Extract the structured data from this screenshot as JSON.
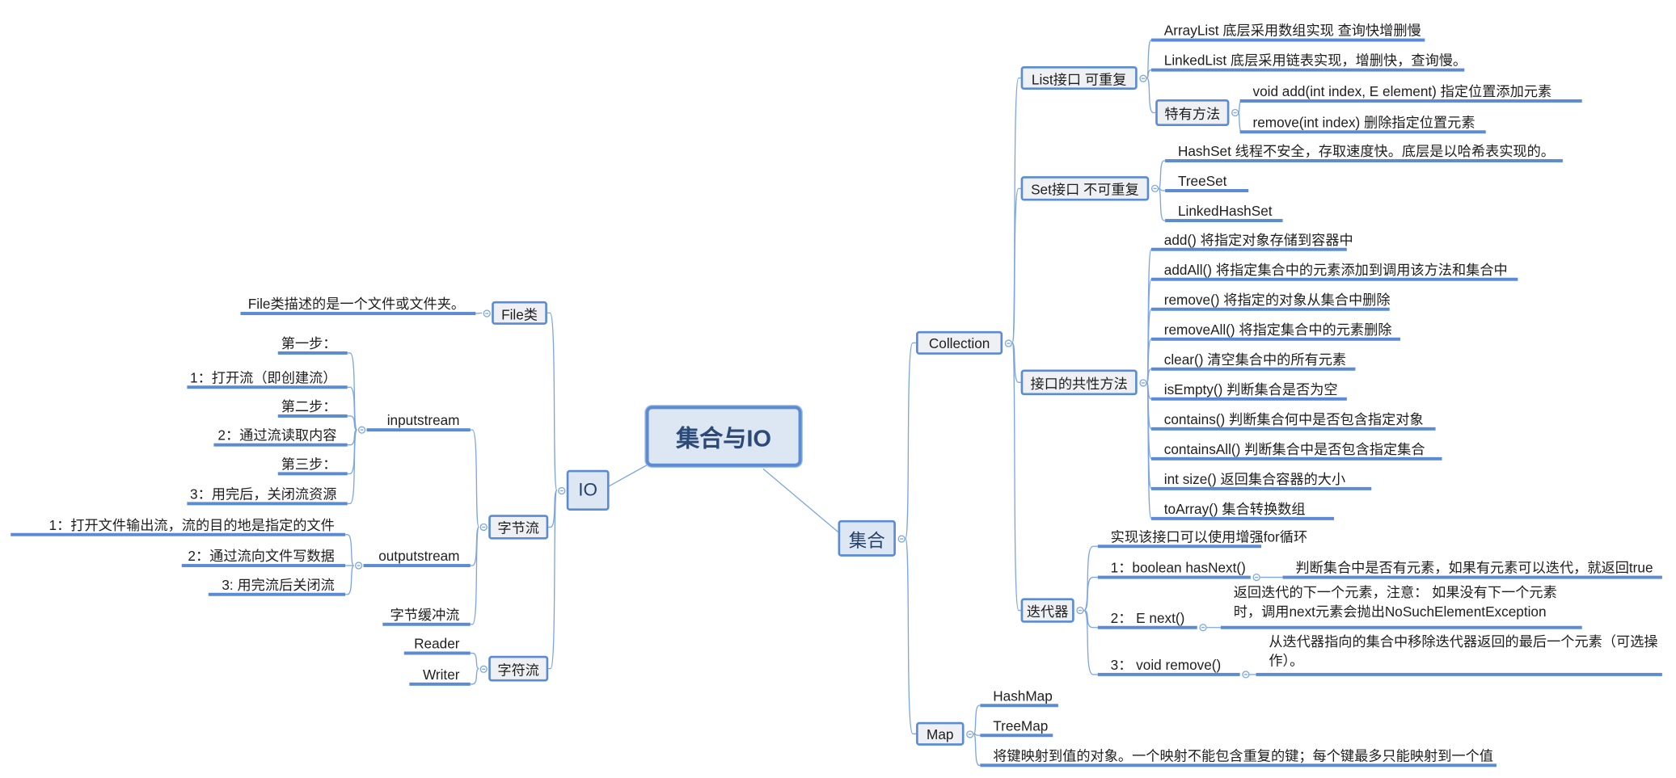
{
  "title": "集合与IO",
  "io": {
    "label": "IO",
    "file": {
      "label": "File类",
      "desc": "File类描述的是一个文件或文件夹。"
    },
    "byte_stream": {
      "label": "字节流",
      "inputstream": {
        "label": "inputstream",
        "steps": [
          "第一步：",
          "1：打开流（即创建流）",
          "第二步：",
          "2：通过流读取内容",
          "第三步：",
          "3：用完后，关闭流资源"
        ]
      },
      "outputstream": {
        "label": "outputstream",
        "steps": [
          "1：打开文件输出流，流的目的地是指定的文件",
          "2：通过流向文件写数据",
          "3: 用完流后关闭流"
        ]
      },
      "buffered": "字节缓冲流"
    },
    "char_stream": {
      "label": "字符流",
      "items": [
        "Reader",
        "Writer"
      ]
    }
  },
  "collections": {
    "label": "集合",
    "collection": {
      "label": "Collection",
      "list": {
        "label": "List接口 可重复",
        "items": [
          "ArrayList  底层采用数组实现 查询快增删慢",
          "LinkedList  底层采用链表实现，增删快，查询慢。"
        ],
        "special": {
          "label": "特有方法",
          "items": [
            "void add(int index, E element) 指定位置添加元素",
            "remove(int index) 删除指定位置元素"
          ]
        }
      },
      "set": {
        "label": "Set接口 不可重复",
        "items": [
          "HashSet  线程不安全，存取速度快。底层是以哈希表实现的。",
          "TreeSet",
          "LinkedHashSet"
        ]
      },
      "common": {
        "label": "接口的共性方法",
        "items": [
          "add()     将指定对象存储到容器中",
          "addAll() 将指定集合中的元素添加到调用该方法和集合中",
          "remove() 将指定的对象从集合中删除",
          "removeAll() 将指定集合中的元素删除",
          "clear() 清空集合中的所有元素",
          "isEmpty() 判断集合是否为空",
          "contains() 判断集合何中是否包含指定对象",
          "containsAll() 判断集合中是否包含指定集合",
          "int size()    返回集合容器的大小",
          "toArray()    集合转换数组"
        ]
      },
      "iterator": {
        "label": "迭代器",
        "intro": "实现该接口可以使用增强for循环",
        "methods": [
          {
            "name": "1：boolean hasNext()",
            "desc": "判断集合中是否有元素，如果有元素可以迭代，就返回true"
          },
          {
            "name": "2： E next()",
            "desc": "返回迭代的下一个元素，注意： 如果没有下一个元素时，调用next元素会抛出NoSuchElementException"
          },
          {
            "name": "3： void remove()",
            "desc": "从迭代器指向的集合中移除迭代器返回的最后一个元素（可选操作）。"
          }
        ]
      }
    },
    "map": {
      "label": "Map",
      "items": [
        "HashMap",
        "TreeMap",
        "将键映射到值的对象。一个映射不能包含重复的键；每个键最多只能映射到一个值"
      ]
    }
  },
  "colors": {
    "line": "#5b8bd3",
    "connector": "#7ea6de",
    "box_fill": "#eef0f3",
    "root_fill": "#dde6f3",
    "root_text": "#2b4a78"
  }
}
